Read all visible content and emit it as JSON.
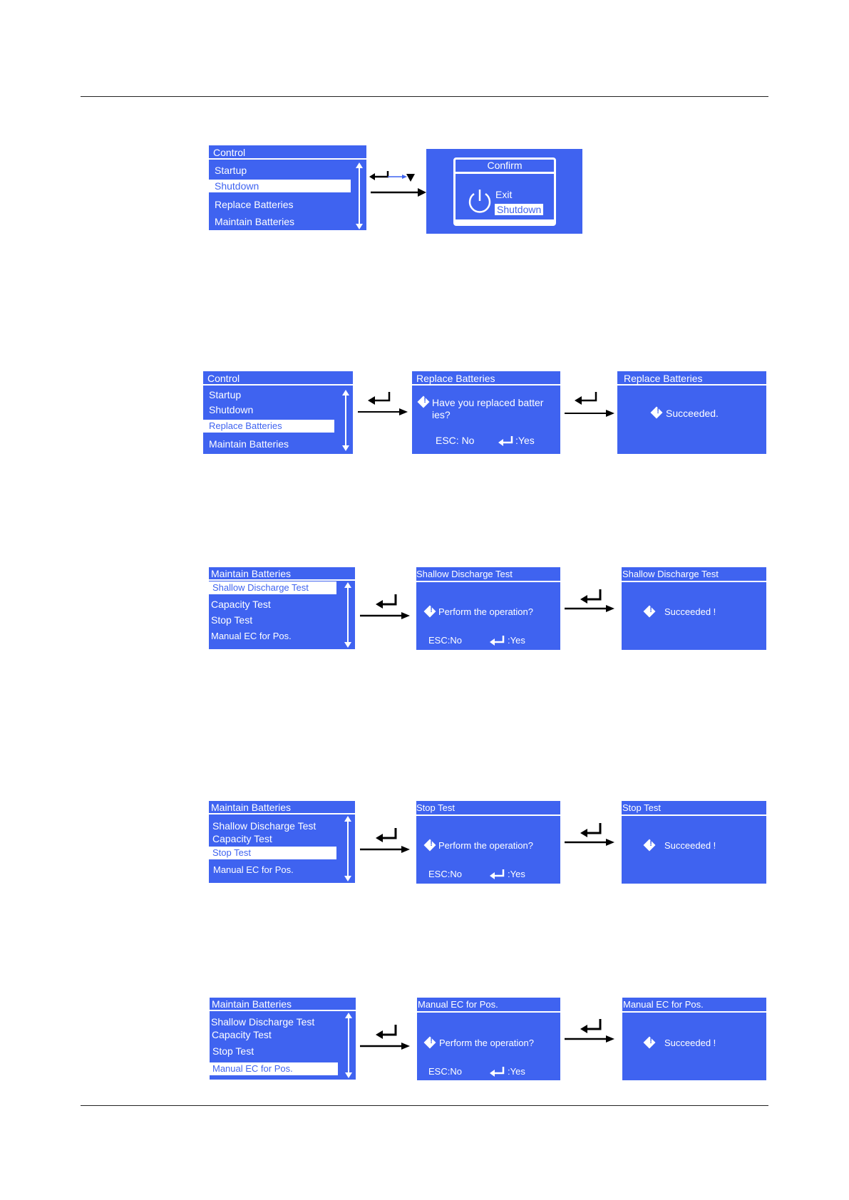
{
  "control_shutdown": {
    "menu": {
      "title": "Control",
      "items": [
        "Startup",
        "Shutdown",
        "Replace Batteries",
        "Maintain Batteries"
      ],
      "selected_index": 1
    },
    "confirm": {
      "title": "Confirm",
      "options": [
        "Exit",
        "Shutdown"
      ],
      "selected_index": 1,
      "icon": "power-icon"
    }
  },
  "replace_batteries": {
    "menu": {
      "title": "Control",
      "items": [
        "Startup",
        "Shutdown",
        "Replace Batteries",
        "Maintain Batteries"
      ],
      "selected_index": 2
    },
    "confirm": {
      "title": "Replace Batteries",
      "question_line1": "Have you replaced batter",
      "question_line2": "ies?",
      "esc": "ESC: No",
      "yes": ":Yes"
    },
    "result": {
      "title": "Replace Batteries",
      "message": "Succeeded."
    }
  },
  "maintain_flows": [
    {
      "menu_title": "Maintain Batteries",
      "items": [
        "Shallow Discharge Test",
        "Capacity Test",
        "Stop Test",
        "Manual EC for Pos."
      ],
      "selected_index": 0,
      "confirm_title": "Shallow Discharge Test",
      "question": "Perform the operation?",
      "esc": "ESC:No",
      "yes": ":Yes",
      "result_title": "Shallow Discharge Test",
      "result_message": "Succeeded !"
    },
    {
      "menu_title": "Maintain Batteries",
      "items": [
        "Shallow Discharge Test",
        "Capacity Test",
        "Stop Test",
        "Manual EC for Pos."
      ],
      "selected_index": 2,
      "confirm_title": "Stop Test",
      "question": "Perform the operation?",
      "esc": "ESC:No",
      "yes": ":Yes",
      "result_title": "Stop Test",
      "result_message": "Succeeded !"
    },
    {
      "menu_title": "Maintain Batteries",
      "items": [
        "Shallow Discharge Test",
        "Capacity Test",
        "Stop Test",
        "Manual EC for Pos."
      ],
      "selected_index": 3,
      "confirm_title": "Manual EC for Pos.",
      "question": "Perform the operation?",
      "esc": "ESC:No",
      "yes": ":Yes",
      "result_title": "Manual EC for Pos.",
      "result_message": "Succeeded !"
    }
  ],
  "colors": {
    "panel_blue": "#3f63f0",
    "text": "#ffffff",
    "arrow": "#000000"
  }
}
